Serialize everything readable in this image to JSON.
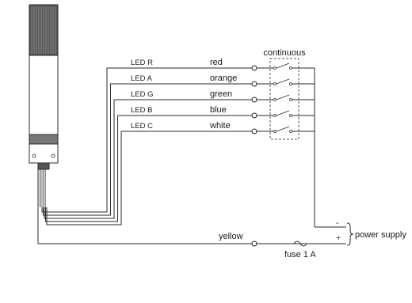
{
  "diagram": {
    "switch_label": "continuous",
    "channels": [
      {
        "signal": "LED R",
        "color": "red"
      },
      {
        "signal": "LED A",
        "color": "orange"
      },
      {
        "signal": "LED G",
        "color": "green"
      },
      {
        "signal": "LED B",
        "color": "blue"
      },
      {
        "signal": "LED C",
        "color": "white"
      }
    ],
    "common_wire": "yellow",
    "fuse": "fuse 1 A",
    "power_supply": "power supply",
    "minus": "-",
    "plus": "+"
  }
}
